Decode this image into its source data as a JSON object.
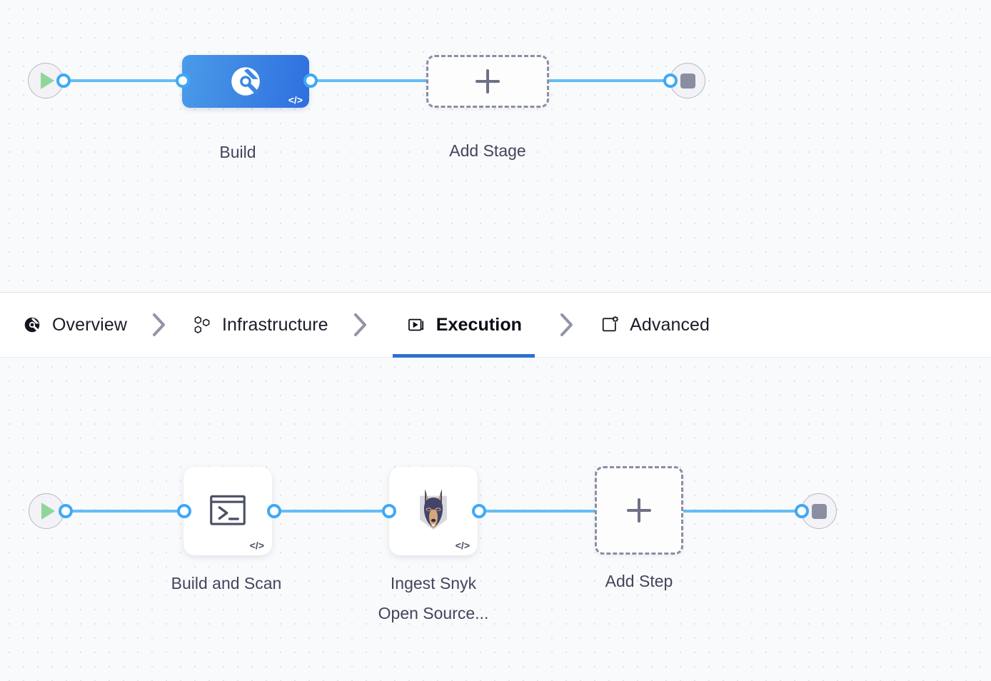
{
  "theme": {
    "canvas_bg": "#f9fafc",
    "dot_color": "#dfe1e8",
    "wire_color": "#66bdf5",
    "port_color": "#3fa9f5",
    "accent_blue": "#2f6fd0",
    "stage_node_blue": "#3d86e3",
    "label_color": "#42455a",
    "terminal_node_bg": "#f2f2f7",
    "start_play_green": "#8fd69a",
    "stop_square_gray": "#8b8da3",
    "dashed_border": "#8b8da3"
  },
  "stage_row": {
    "start_node": {
      "name": "pipeline-start",
      "icon": "play-icon"
    },
    "nodes": [
      {
        "id": "build",
        "label": "Build",
        "type": "stage",
        "icon": "ci-build-icon",
        "selected": true,
        "badge": "</>"
      },
      {
        "id": "add-stage",
        "label": "Add Stage",
        "type": "add",
        "icon": "plus-icon",
        "selected": false,
        "badge": ""
      }
    ],
    "end_node": {
      "name": "pipeline-end",
      "icon": "stop-icon"
    }
  },
  "tabs": {
    "separator_icon": "chevron-right-icon",
    "items": [
      {
        "id": "overview",
        "label": "Overview",
        "icon": "ci-build-icon",
        "active": false
      },
      {
        "id": "infrastructure",
        "label": "Infrastructure",
        "icon": "hexagons-icon",
        "active": false
      },
      {
        "id": "execution",
        "label": "Execution",
        "icon": "play-square-icon",
        "active": true
      },
      {
        "id": "advanced",
        "label": "Advanced",
        "icon": "gear-frame-icon",
        "active": false
      }
    ]
  },
  "step_row": {
    "start_node": {
      "name": "execution-start",
      "icon": "play-icon"
    },
    "nodes": [
      {
        "id": "build-and-scan",
        "label": "Build and Scan",
        "type": "step",
        "icon": "terminal-icon",
        "badge": "</>"
      },
      {
        "id": "ingest-snyk-open-source",
        "label": "Ingest Snyk\nOpen Source...",
        "type": "step",
        "icon": "snyk-logo-icon",
        "badge": "</>"
      },
      {
        "id": "add-step",
        "label": "Add Step",
        "type": "add",
        "icon": "plus-icon",
        "badge": ""
      }
    ],
    "end_node": {
      "name": "execution-end",
      "icon": "stop-icon"
    }
  }
}
